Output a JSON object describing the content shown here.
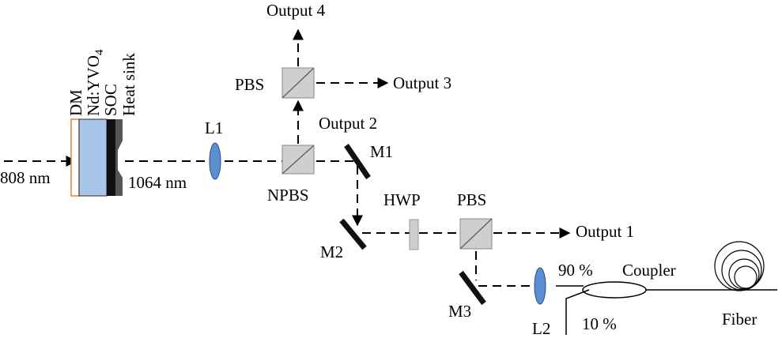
{
  "labels": {
    "pump_wavelength": "808 nm",
    "laser_wavelength": "1064 nm",
    "dm": "DM",
    "crystal": "Nd:YVO",
    "crystal_sub": "4",
    "soc": "SOC",
    "heat_sink": "Heat sink",
    "l1": "L1",
    "l2": "L2",
    "npbs": "NPBS",
    "pbs_top": "PBS",
    "pbs_bottom": "PBS",
    "hwp": "HWP",
    "m1": "M1",
    "m2": "M2",
    "m3": "M3",
    "output1": "Output 1",
    "output2": "Output 2",
    "output3": "Output 3",
    "output4": "Output 4",
    "coupler": "Coupler",
    "ratio_90": "90 %",
    "ratio_10": "10 %",
    "fiber": "Fiber"
  },
  "colors": {
    "lens": "#5b8fd1",
    "crystal": "#a9c6e8",
    "dm_border": "#e0843a",
    "pbs_cube": "#cfcfcf",
    "heat_sink": "#555555",
    "beam": "#000000"
  }
}
